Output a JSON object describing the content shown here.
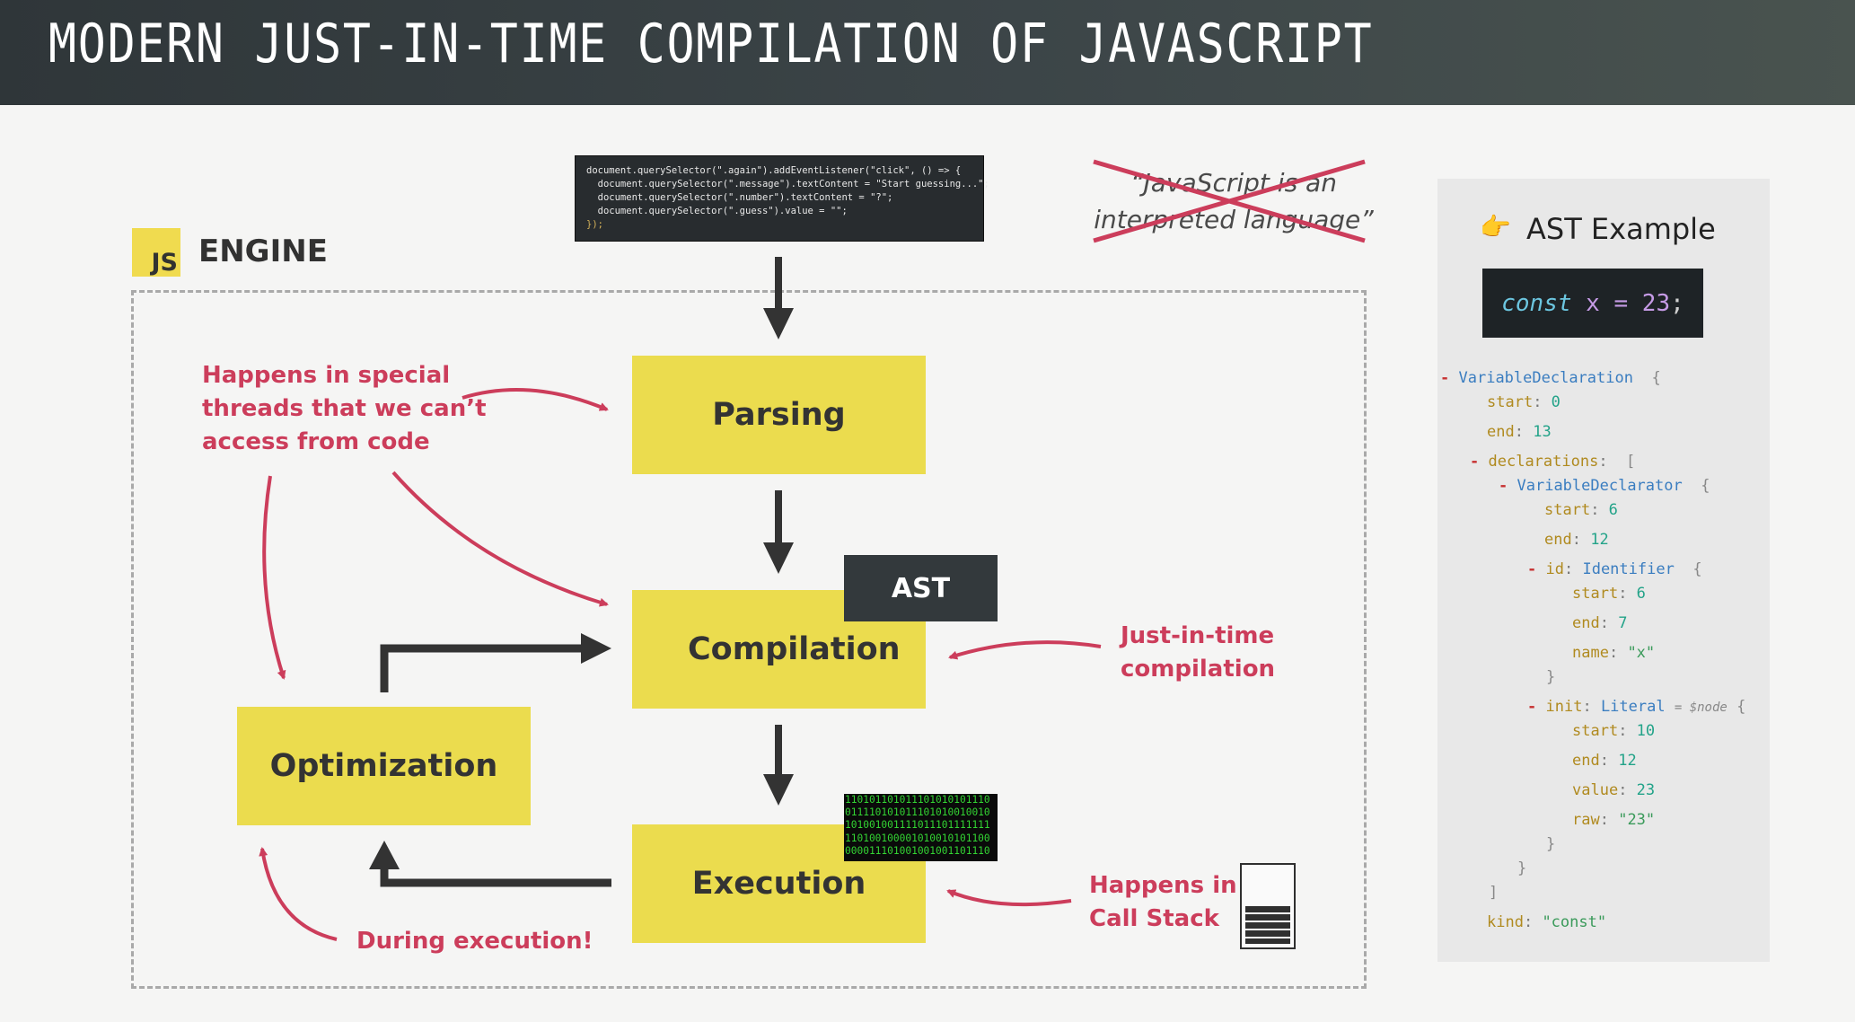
{
  "header": {
    "title": "MODERN JUST-IN-TIME COMPILATION OF JAVASCRIPT"
  },
  "engine": {
    "logo_text": "JS",
    "label": "ENGINE"
  },
  "code_snippet": [
    "document.querySelector(\".again\").addEventListener(\"click\", () => {",
    "  document.querySelector(\".message\").textContent = \"Start guessing...\";",
    "  document.querySelector(\".number\").textContent = \"?\";",
    "  document.querySelector(\".guess\").value = \"\";",
    "});"
  ],
  "myth": {
    "line1": "“JavaScript is an",
    "line2": "interpreted language”"
  },
  "stages": {
    "parsing": "Parsing",
    "compilation": "Compilation",
    "execution": "Execution",
    "optimization": "Optimization"
  },
  "ast_tag": "AST",
  "binary_lines": [
    "110101101011101010101110",
    "011110101011101010010010",
    "101001001111011101111111",
    "110100100001010010101100",
    "000011101001001001101110"
  ],
  "notes": {
    "special_threads": [
      "Happens in special",
      "threads that we can’t",
      "access from code"
    ],
    "jit": [
      "Just-in-time",
      "compilation"
    ],
    "call_stack": [
      "Happens in",
      "Call Stack"
    ],
    "during_execution": "During execution!"
  },
  "ast_example": {
    "title": "AST Example",
    "pointer_icon": "👉",
    "code": {
      "keyword": "const",
      "identifier": "x",
      "operator": "=",
      "number": "23",
      "semicolon": ";"
    },
    "tree": {
      "root_type": "VariableDeclaration",
      "start_key": "start",
      "start_val": "0",
      "end_key": "end",
      "end_val": "13",
      "declarations_key": "declarations",
      "declarator_type": "VariableDeclarator",
      "decl_start": "6",
      "decl_end": "12",
      "id_key": "id",
      "id_type": "Identifier",
      "id_start": "6",
      "id_end": "7",
      "name_key": "name",
      "name_val": "\"x\"",
      "init_key": "init",
      "init_type": "Literal",
      "init_note": "= $node",
      "init_start": "10",
      "init_end": "12",
      "value_key": "value",
      "value_val": "23",
      "raw_key": "raw",
      "raw_val": "\"23\"",
      "kind_key": "kind",
      "kind_val": "\"const\""
    }
  },
  "colors": {
    "accent_yellow": "#ebdc4e",
    "note_red": "#cc3d5b",
    "arrow_dark": "#333333"
  }
}
